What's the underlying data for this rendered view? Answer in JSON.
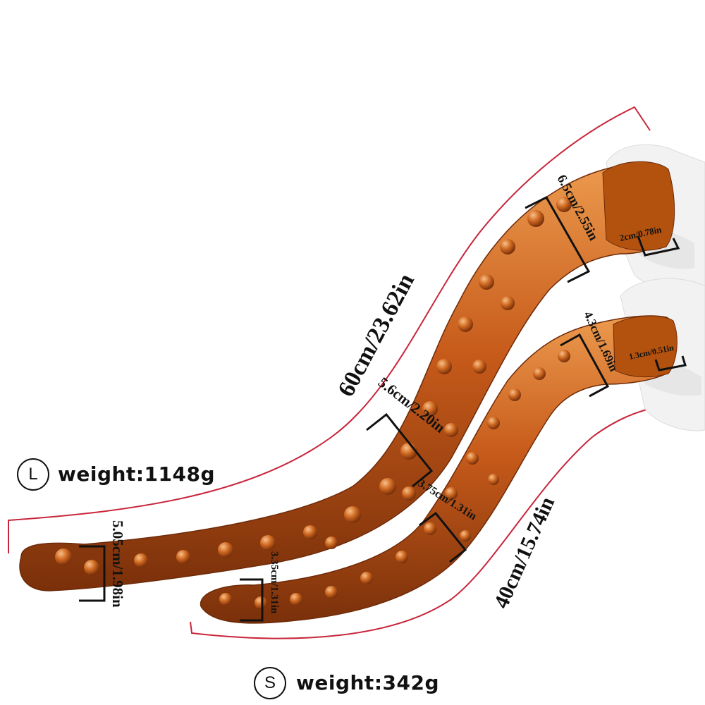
{
  "colors": {
    "outline": "#c8253a",
    "body_dark": "#8a3a0e",
    "body_mid": "#c65a1a",
    "body_light": "#ec9a4e",
    "glove": "#f2f2f2",
    "text": "#111111"
  },
  "large": {
    "badge": "L",
    "weight": "weight:1148g",
    "length": "60cm/23.62in",
    "dia_base": "6.5cm/2.55in",
    "dia_mid": "5.6cm/2.20in",
    "dia_tip": "5.05cm/1.98in",
    "suction": "2cm/0.78in"
  },
  "small": {
    "badge": "S",
    "weight": "weight:342g",
    "length": "40cm/15.74in",
    "dia_base": "4.3cm/1.69in",
    "dia_mid": "3.75cm/1.31in",
    "dia_tip": "3.35cm/1.31in",
    "suction": "1.3cm/0.51in"
  }
}
